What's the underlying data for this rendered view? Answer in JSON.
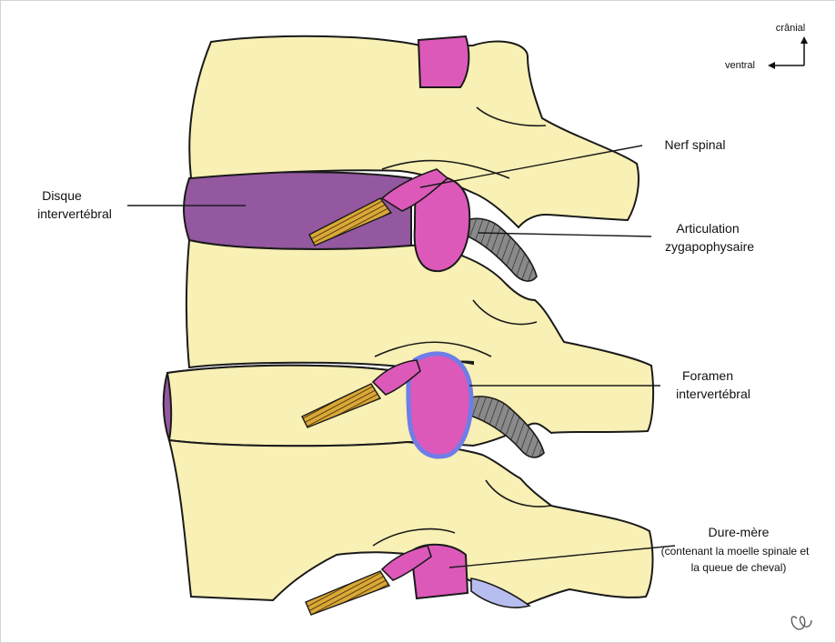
{
  "orientation": {
    "cranial": "crânial",
    "ventral": "ventral"
  },
  "labels": {
    "disc_line1": "Disque",
    "disc_line2": "intervertébral",
    "nerve": "Nerf spinal",
    "facet_line1": "Articulation",
    "facet_line2": "zygapophysaire",
    "foramen_line1": "Foramen",
    "foramen_line2": "intervertébral",
    "dura_line1": "Dure-mère",
    "dura_line2": "(contenant la moelle spinale et",
    "dura_line3": "la queue de cheval)"
  },
  "colors": {
    "bone": "#f8f0b4",
    "disc": "#93589f",
    "dura": "#dd59b9",
    "foramen_outline": "#6f7de8",
    "facet_joint": "#8a8a8a",
    "nerve_root": "#d9a838",
    "outline": "#1a1a1a"
  },
  "icons": {
    "signature": "signature-icon"
  }
}
